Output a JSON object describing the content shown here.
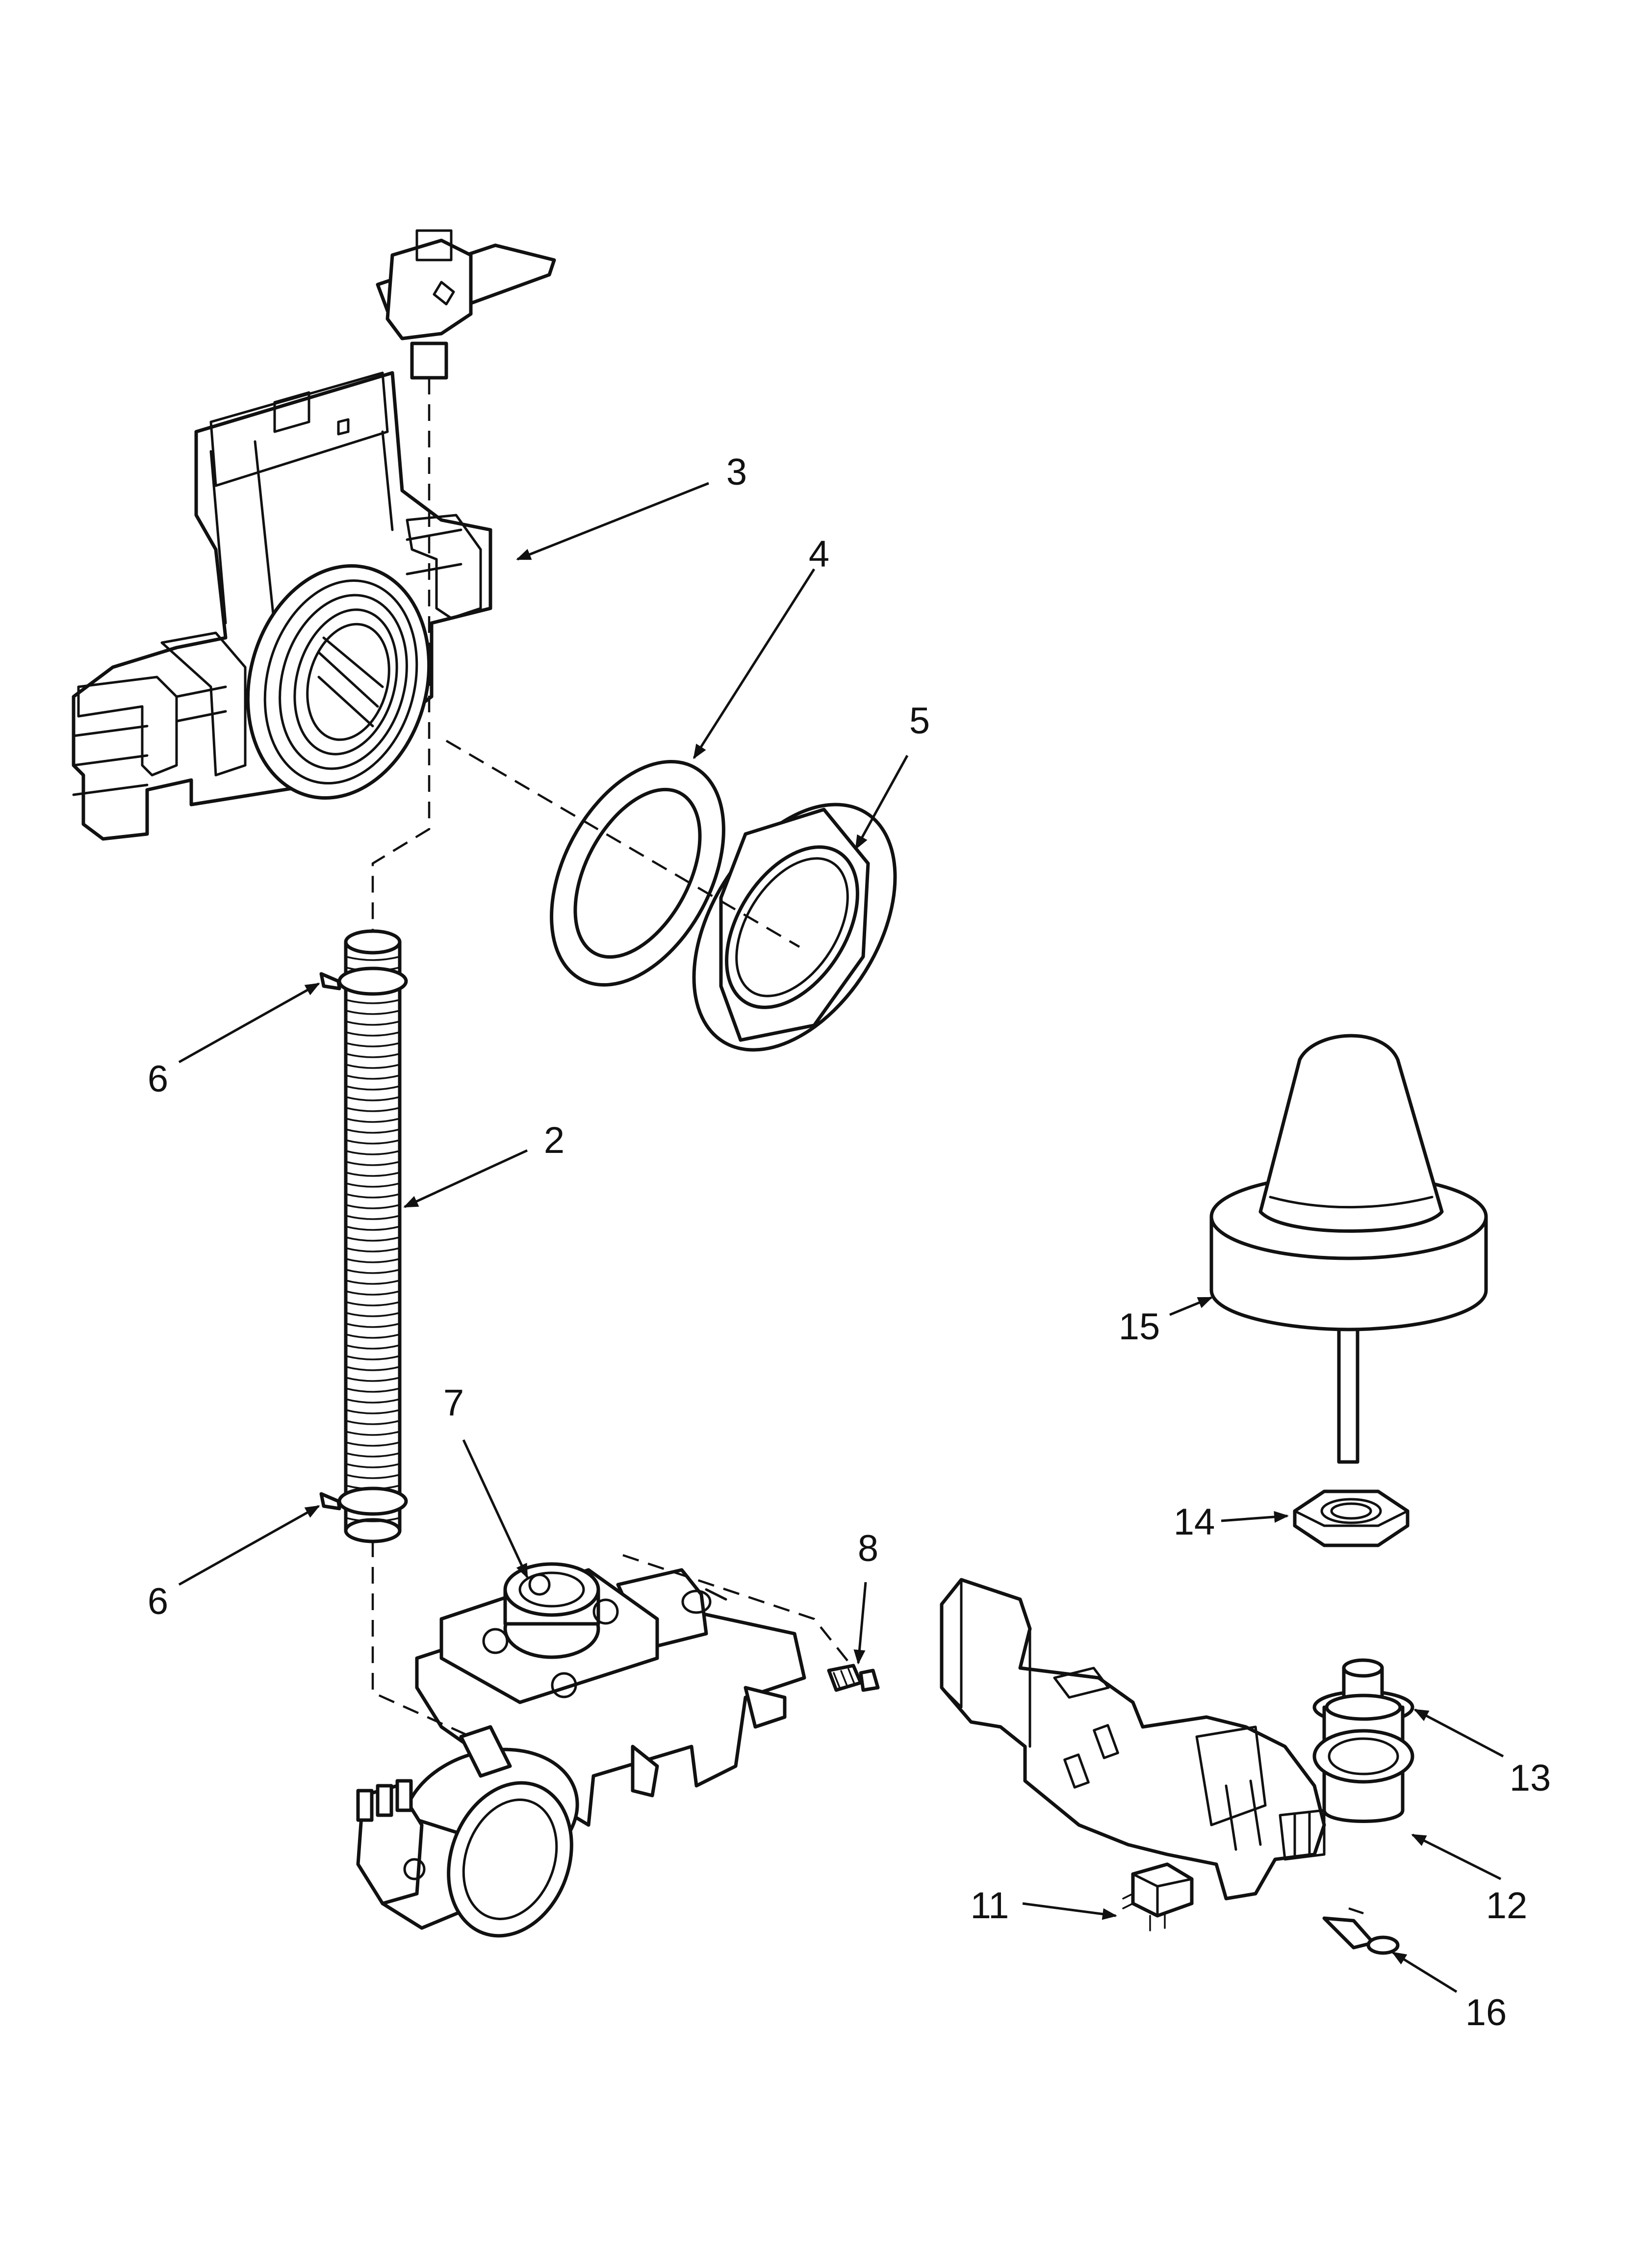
{
  "diagram": {
    "colors": {
      "line": "#111111",
      "background": "#ffffff"
    },
    "callouts": [
      {
        "id": "3",
        "text": "3"
      },
      {
        "id": "4",
        "text": "4"
      },
      {
        "id": "5",
        "text": "5"
      },
      {
        "id": "6a",
        "text": "6"
      },
      {
        "id": "2",
        "text": "2"
      },
      {
        "id": "15",
        "text": "15"
      },
      {
        "id": "7",
        "text": "7"
      },
      {
        "id": "14",
        "text": "14"
      },
      {
        "id": "8",
        "text": "8"
      },
      {
        "id": "6b",
        "text": "6"
      },
      {
        "id": "13",
        "text": "13"
      },
      {
        "id": "12",
        "text": "12"
      },
      {
        "id": "11",
        "text": "11"
      },
      {
        "id": "16",
        "text": "16"
      }
    ]
  }
}
